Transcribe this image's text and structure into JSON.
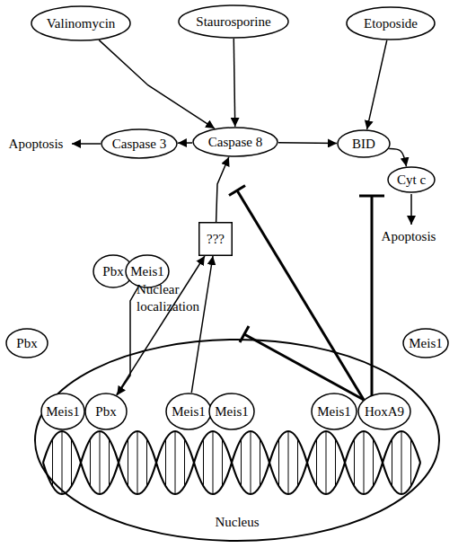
{
  "diagram": {
    "nodes": [
      {
        "text": [
          "Valinomycin"
        ]
      },
      {
        "text": [
          "Staurosporine"
        ]
      },
      {
        "text": [
          "Etoposide"
        ]
      },
      {
        "text": [
          "Caspase 3"
        ]
      },
      {
        "text": [
          "Caspase 8"
        ]
      },
      {
        "text": [
          "BID"
        ]
      },
      {
        "text": [
          "Cyt c"
        ]
      },
      {
        "text": [
          "???"
        ]
      },
      {
        "text": [
          "Pbx"
        ]
      },
      {
        "text": [
          "Meis1"
        ]
      },
      {
        "text": [
          "Pbx"
        ]
      },
      {
        "text": [
          "Meis1"
        ]
      },
      {
        "text": [
          "Nucleus"
        ]
      },
      {
        "text": [
          "Meis1"
        ],
        "in": 12
      },
      {
        "text": [
          "Pbx"
        ],
        "in": 12
      },
      {
        "text": [
          "Meis1"
        ],
        "in": 12
      },
      {
        "text": [
          "Meis1"
        ],
        "in": 12
      },
      {
        "text": [
          "Meis1"
        ],
        "in": 12
      },
      {
        "text": [
          "HoxA9"
        ],
        "in": 12
      }
    ],
    "edges": [
      {
        "from": 0,
        "to": 4,
        "arrow": "to"
      },
      {
        "from": 1,
        "to": 4,
        "arrow": "to"
      },
      {
        "from": 2,
        "to": 5,
        "arrow": "to"
      },
      {
        "from": 4,
        "to": 3,
        "arrow": "to"
      },
      {
        "from": 4,
        "to": 5,
        "arrow": "to"
      },
      {
        "from": 5,
        "to": 6,
        "arrow": "to"
      },
      {
        "from": 9,
        "to": 14,
        "label": "Nuclear localization",
        "arrow": "to"
      },
      {
        "from": 14,
        "to": 7,
        "arrow": "to"
      },
      {
        "from": 15,
        "to": 7,
        "arrow": "to"
      },
      {
        "from": 7,
        "to": 4,
        "arrow": "to"
      }
    ],
    "labels": [
      "Apoptosis",
      "Apoptosis"
    ]
  }
}
